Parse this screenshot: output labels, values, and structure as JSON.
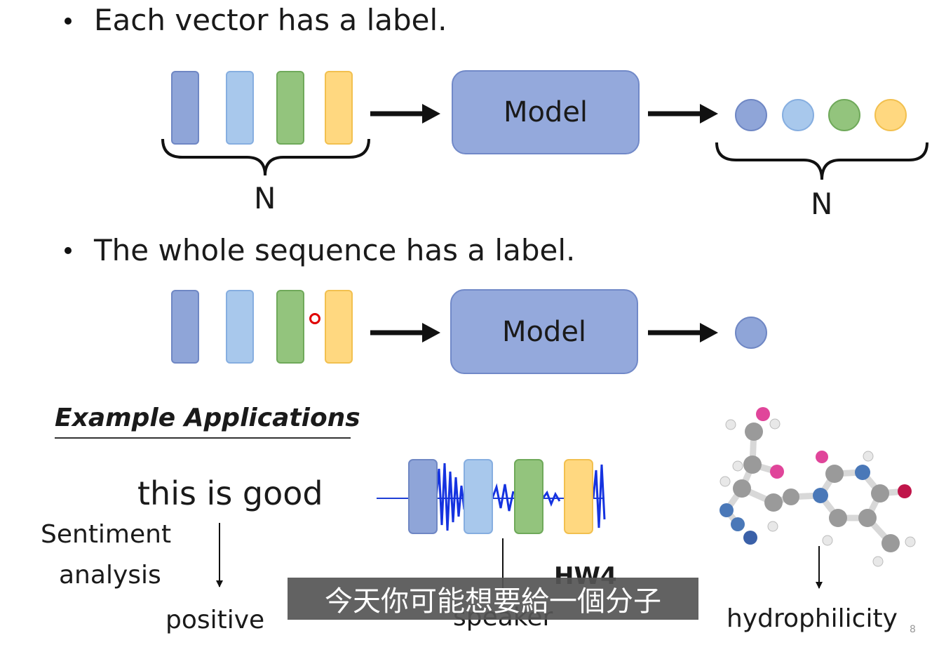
{
  "bullets": {
    "first": "Each vector has a label.",
    "second": "The whole sequence has a label."
  },
  "diagram": {
    "model_label": "Model",
    "count_label": "N"
  },
  "examples": {
    "heading": "Example Applications",
    "sentiment": {
      "input": "this is good",
      "task": [
        "Sentiment",
        "analysis"
      ],
      "output": "positive"
    },
    "speaker": {
      "hw": "HW4",
      "output": "speaker"
    },
    "molecule": {
      "output": "hydrophilicity",
      "page_number": "8"
    }
  },
  "caption": "今天你可能想要給一個分子",
  "colors": {
    "vec_blue": "#8fa5d8",
    "vec_light_blue": "#a8c8ec",
    "vec_green": "#93c47d",
    "vec_yellow": "#ffd880",
    "model_fill": "#94a9dc",
    "pointer_red": "#e00000"
  }
}
